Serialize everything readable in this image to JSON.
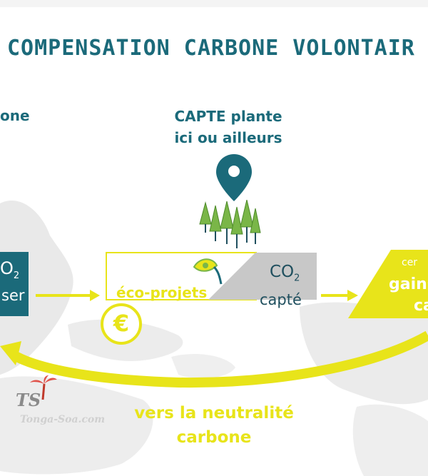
{
  "title": "COMPENSATION CARBONE VOLONTAIR",
  "left": {
    "heading": "one",
    "box_line1": "O",
    "box_sub": "2",
    "box_line2": "ser"
  },
  "capture": {
    "heading_line1": "CAPTE plante",
    "heading_line2": "ici ou ailleurs"
  },
  "project_box": {
    "label": "éco-projets",
    "co2": "CO",
    "co2_sub": "2",
    "captured": "capté",
    "currency_symbol": "€"
  },
  "right_box": {
    "line1": "cer",
    "line2": "gains",
    "line3": "ca"
  },
  "bottom": {
    "line1": "vers la neutralité",
    "line2": "carbone"
  },
  "watermark": {
    "logo": "TS",
    "site": "Tonga-Soa.com"
  },
  "colors": {
    "teal": "#1b6a7a",
    "yellow": "#e8e41a",
    "gray": "#c8c8c8",
    "green": "#7ab648"
  }
}
